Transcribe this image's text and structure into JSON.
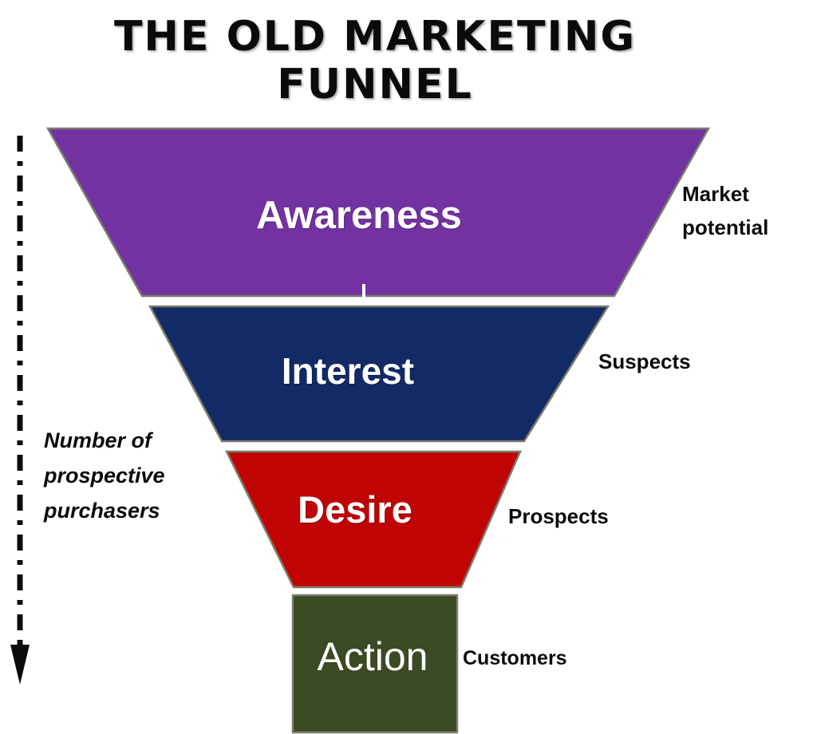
{
  "title": {
    "line1": "THE OLD MARKETING",
    "line2": "FUNNEL"
  },
  "axis_note": {
    "line1": "Number of",
    "line2": "prospective",
    "line3": "purchasers"
  },
  "funnel": {
    "type": "funnel",
    "border_color": "#7B7D6B",
    "arrow_color": "#0b0b0b",
    "stages": [
      {
        "label": "Awareness",
        "side_label": "Market potential",
        "color": "#7232A2"
      },
      {
        "label": "Interest",
        "side_label": "Suspects",
        "color": "#122A66"
      },
      {
        "label": "Desire",
        "side_label": "Prospects",
        "color": "#C00404"
      },
      {
        "label": "Action",
        "side_label": "Customers",
        "color": "#3A4A23"
      }
    ]
  }
}
